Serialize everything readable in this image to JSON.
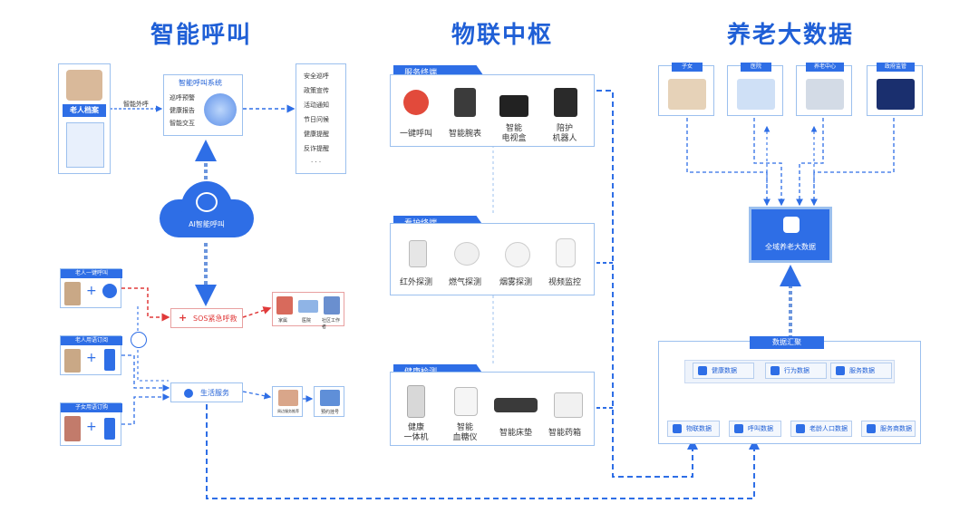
{
  "titles": {
    "left": "智能呼叫",
    "middle": "物联中枢",
    "right": "养老大数据"
  },
  "call": {
    "archive_label": "老人档案",
    "call_arrow_label": "智能外呼",
    "system_title": "智能呼叫系统",
    "system_items": [
      "巡呼预警",
      "健康报告",
      "智能交互"
    ],
    "services": [
      "安全巡呼",
      "政策宣传",
      "活动通知",
      "节日问候",
      "健康提醒",
      "反诈提醒",
      "· · ·"
    ],
    "cloud_label": "AI智能呼叫",
    "bind_labels": [
      "老人一键呼叫",
      "老人用语订阅",
      "子女用语订购"
    ],
    "plus": "+",
    "sos_label": "SOS紧急呼救",
    "sos_targets": [
      "家属",
      "医院",
      "社区工作者"
    ],
    "life_label": "生活服务",
    "life_targets": [
      "周边服务推荐",
      "预约挂号"
    ]
  },
  "iot": {
    "groups": [
      {
        "title": "服务终端",
        "devices": [
          "一键呼叫",
          "智能腕表",
          "智能\n电视盒",
          "陪护\n机器人"
        ]
      },
      {
        "title": "看护终端",
        "devices": [
          "红外探测",
          "燃气探测",
          "烟雾探测",
          "视频监控"
        ]
      },
      {
        "title": "健康检测",
        "devices": [
          "健康\n一体机",
          "智能\n血糖仪",
          "智能床垫",
          "智能药箱"
        ]
      }
    ]
  },
  "bigdata": {
    "consumers": [
      "子女",
      "医院",
      "养老中心",
      "政府监管"
    ],
    "center_label": "全域养老大数据",
    "hub_title": "数据汇聚",
    "top_chips": [
      "健康数据",
      "行为数据",
      "服务数据"
    ],
    "bottom_chips": [
      "物联数据",
      "呼叫数据",
      "老龄人口数据",
      "服务商数据"
    ]
  }
}
